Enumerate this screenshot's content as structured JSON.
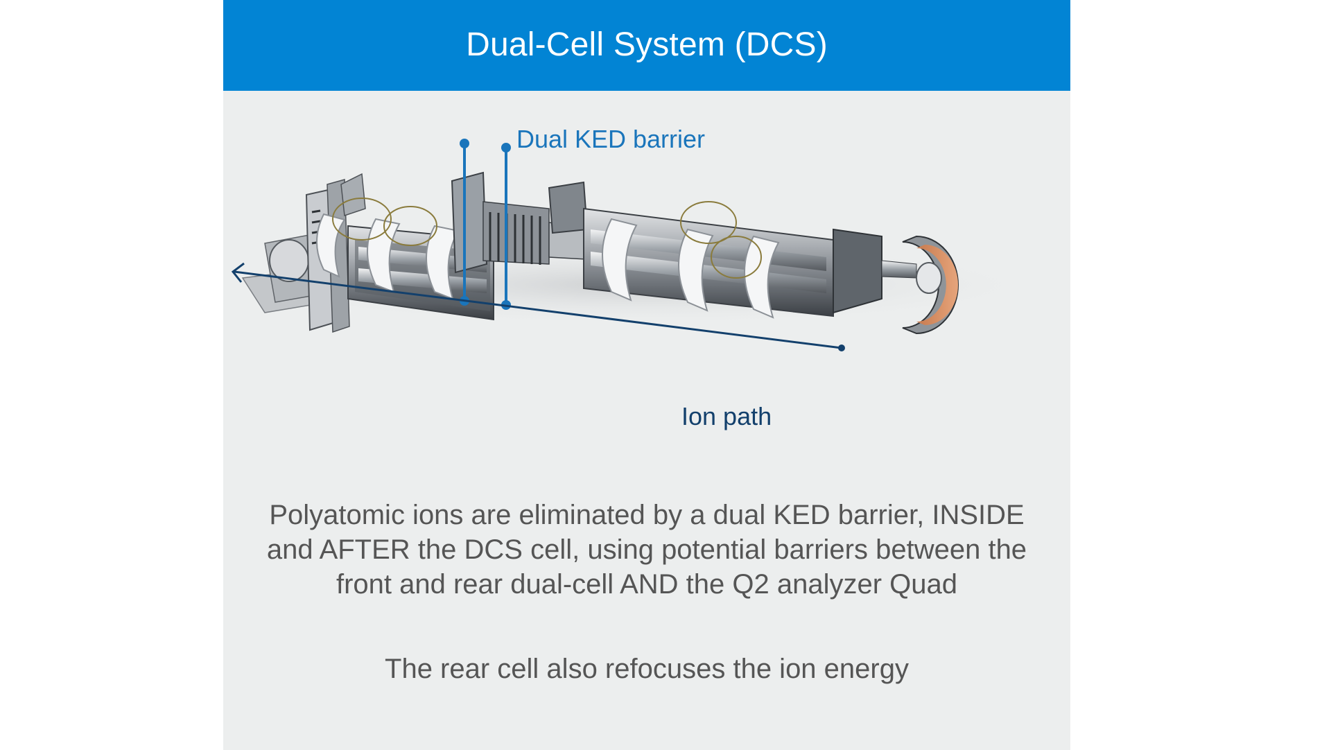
{
  "header": {
    "title": "Dual-Cell System (DCS)"
  },
  "diagram": {
    "barrier_label": "Dual KED barrier",
    "ion_path_label": "Ion path"
  },
  "description": {
    "paragraph": "Polyatomic ions are eliminated by a dual KED barrier, INSIDE and AFTER the DCS cell, using potential barriers between the front and rear dual-cell AND the Q2 analyzer Quad",
    "secondary": "The rear cell also refocuses the ion energy"
  },
  "colors": {
    "header_bg": "#0284d4",
    "slide_bg": "#eceeee",
    "barrier_blue": "#1a75bb",
    "ion_path_navy": "#13406c",
    "body_text": "#555555"
  }
}
